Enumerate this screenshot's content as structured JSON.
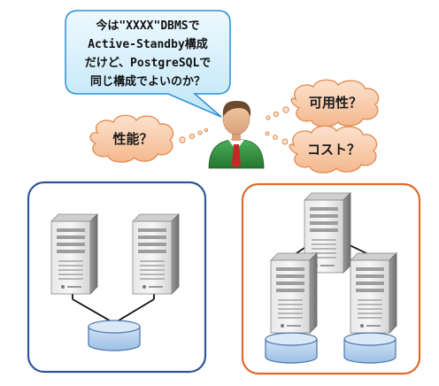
{
  "speech_bubble": {
    "lines": [
      "今は\"XXXX\"DBMSで",
      "Active-Standby構成",
      "だけど、PostgreSQLで",
      "同じ構成でよいのか？"
    ]
  },
  "thought_clouds": {
    "performance": "性能？",
    "availability": "可用性？",
    "cost": "コスト？"
  },
  "colors": {
    "bubble_fill": "#d6f0fb",
    "bubble_stroke": "#2b8fd4",
    "cloud_fill": "#f8c9a6",
    "cloud_stroke": "#e28a4f",
    "left_frame": "#2f5597",
    "right_frame": "#e0692a",
    "db_fill": "#b6d4ef",
    "db_stroke": "#4a73a8",
    "person_shirt": "#2e8b3c"
  },
  "icons": [
    "server-icon",
    "database-icon",
    "person-icon"
  ]
}
